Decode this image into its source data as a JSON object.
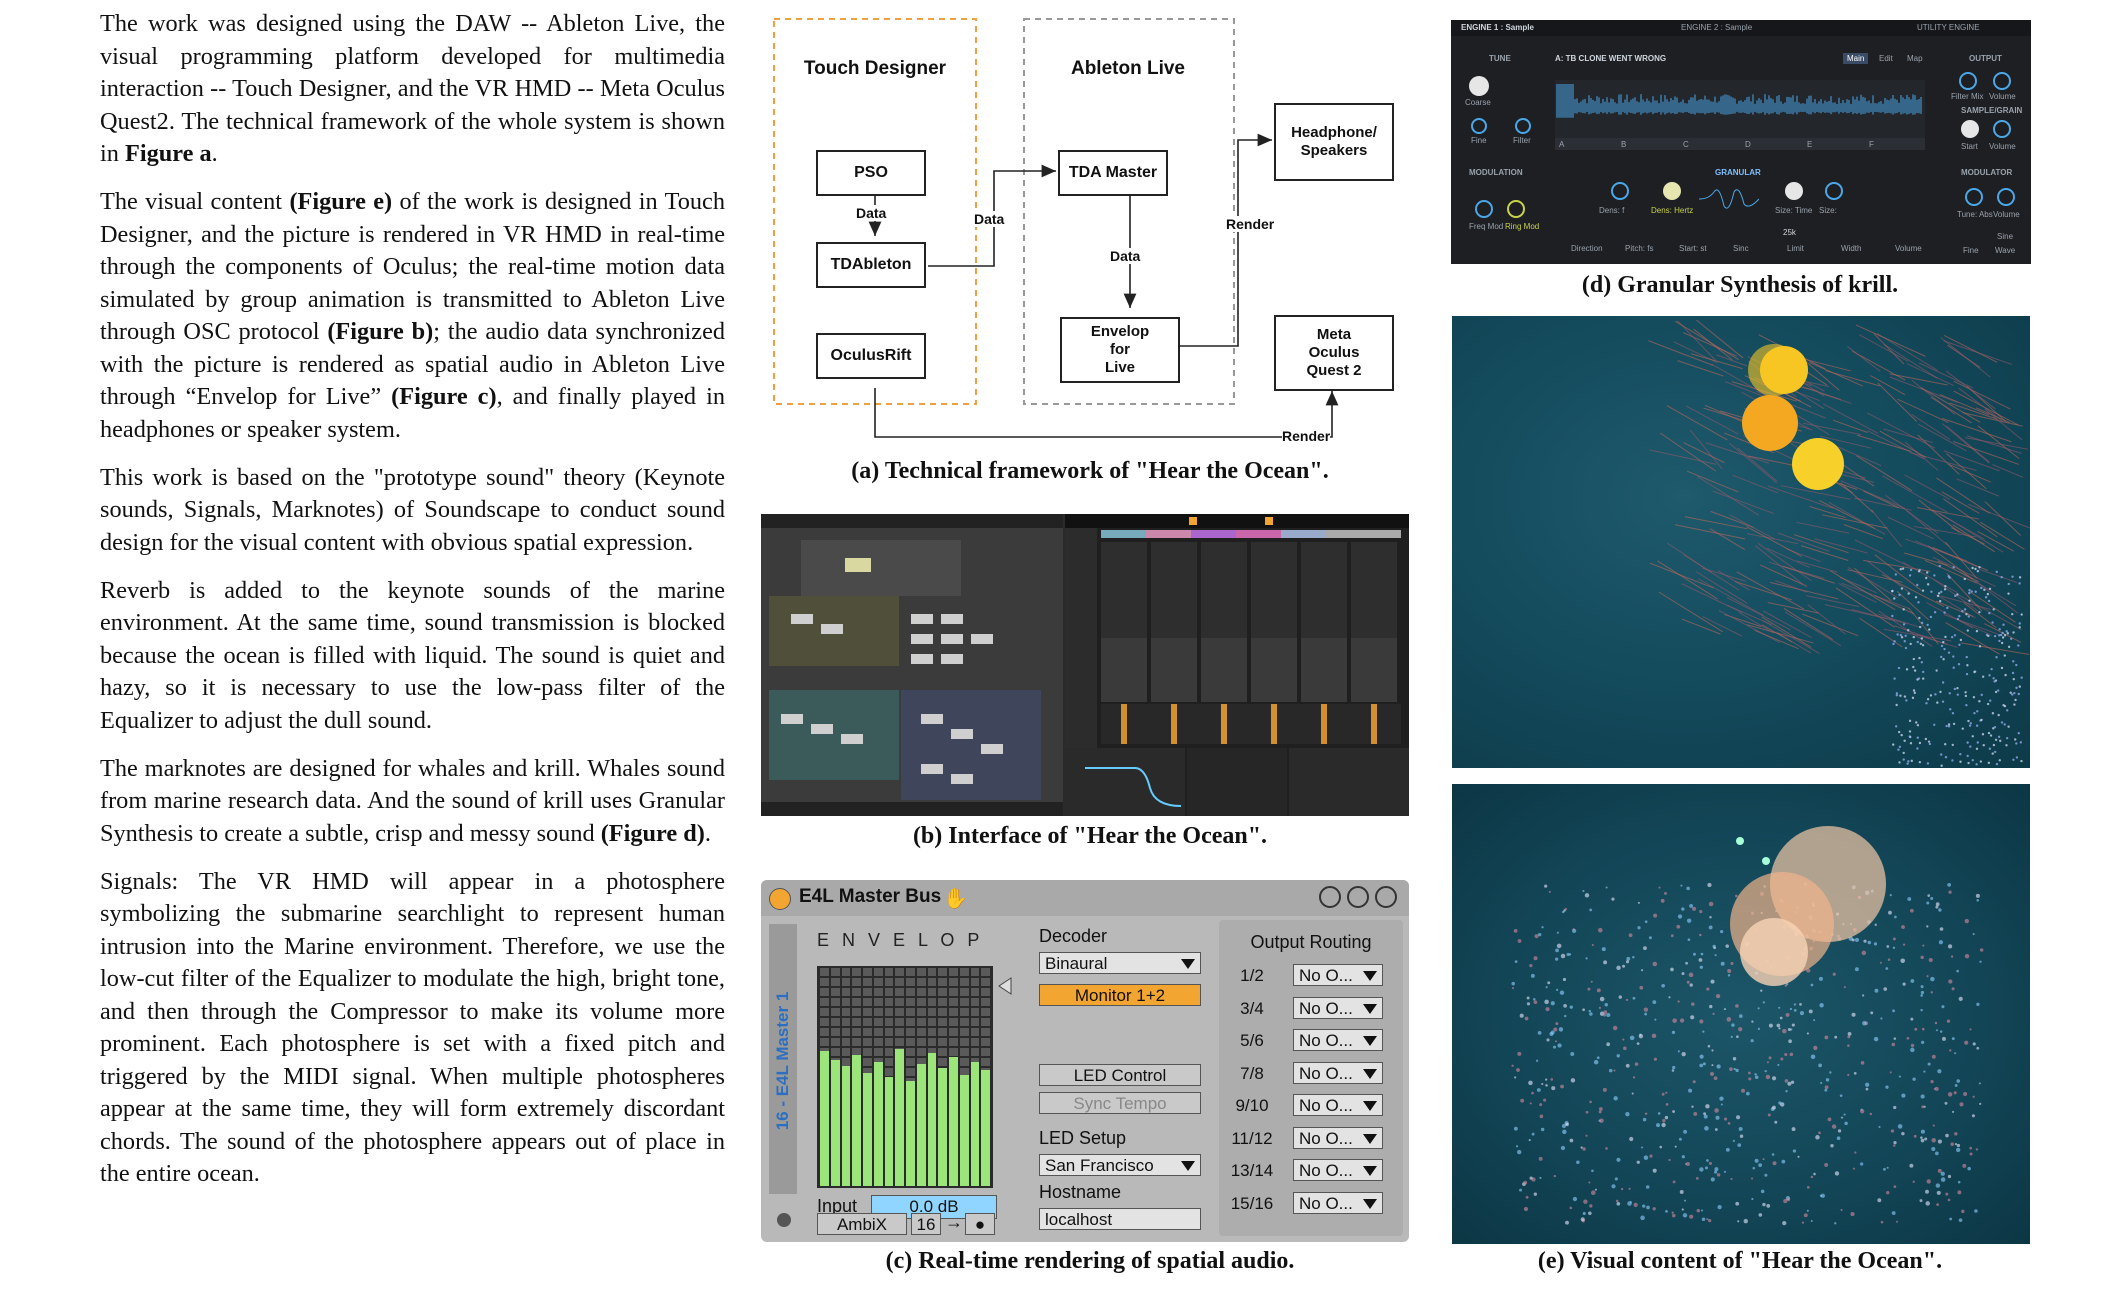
{
  "paragraphs": [
    {
      "segments": [
        {
          "t": "The work was designed using the DAW -- Ableton Live, the visual programming platform developed for multimedia interaction -- Touch Designer, and the VR HMD -- Meta Oculus Quest2. The technical framework of the whole system is shown in ",
          "b": false
        },
        {
          "t": "Figure a",
          "b": true
        },
        {
          "t": ".",
          "b": false
        }
      ]
    },
    {
      "segments": [
        {
          "t": "The visual content ",
          "b": false
        },
        {
          "t": "(Figure e)",
          "b": true
        },
        {
          "t": " of the work is designed in Touch Designer, and the picture is rendered in VR HMD in real-time through the components of Oculus; the real-time motion data simulated by group animation is transmitted to Ableton Live through OSC protocol ",
          "b": false
        },
        {
          "t": "(Figure b)",
          "b": true
        },
        {
          "t": "; the audio data synchronized with the picture is rendered as spatial audio in Ableton Live through “Envelop for Live” ",
          "b": false
        },
        {
          "t": "(Figure c)",
          "b": true
        },
        {
          "t": ", and finally played in headphones or speaker system.",
          "b": false
        }
      ]
    },
    {
      "segments": [
        {
          "t": "This work is based on the \"prototype sound\" theory (Keynote sounds, Signals, Marknotes) of Soundscape to conduct sound design for the visual content with obvious spatial expression.",
          "b": false
        }
      ]
    },
    {
      "segments": [
        {
          "t": "Reverb is added to the keynote sounds of the marine environment. At the same time, sound transmission is blocked because the ocean is filled with liquid. The sound is quiet and hazy, so it is necessary to use the low-pass filter of the Equalizer to adjust the dull sound.",
          "b": false
        }
      ]
    },
    {
      "segments": [
        {
          "t": "The marknotes are designed for whales and krill. Whales sound from marine research data. And the sound of krill uses Granular Synthesis to create a subtle, crisp and messy sound ",
          "b": false
        },
        {
          "t": "(Figure d)",
          "b": true
        },
        {
          "t": ".",
          "b": false
        }
      ]
    },
    {
      "segments": [
        {
          "t": "Signals: The VR HMD will appear in a photosphere symbolizing the submarine searchlight to represent human intrusion into the Marine environment. Therefore, we use the low-cut filter of the Equalizer to modulate the high, bright tone, and then through the Compressor to make its volume more prominent. Each photosphere is set with a fixed pitch and triggered by the MIDI signal. When multiple photospheres appear at the same time, they will form extremely discordant chords. The sound of the photosphere appears out of place in the entire ocean.",
          "b": false
        }
      ]
    }
  ],
  "captions": {
    "a": "(a) Technical framework of \"Hear the Ocean\".",
    "b": "(b) Interface of \"Hear the Ocean\".",
    "c": "(c)  Real-time rendering of spatial audio.",
    "d": "(d) Granular Synthesis of krill.",
    "e": "(e) Visual content of \"Hear the Ocean\"."
  },
  "diagram": {
    "group_touch": "Touch Designer",
    "group_ableton": "Ableton Live",
    "pso": "PSO",
    "tdableton": "TDAbleton",
    "oculusrift": "OculusRift",
    "tda_master": "TDA Master",
    "envelop": "Envelop\nfor\nLive",
    "headphone": "Headphone/\nSpeakers",
    "meta": "Meta\nOculus\nQuest 2",
    "label_data1": "Data",
    "label_data2": "Data",
    "label_data3": "Data",
    "label_render1": "Render",
    "label_render2": "Render",
    "colors": {
      "touch_border": "#f0a040",
      "ableton_border": "#999999"
    }
  },
  "e4l": {
    "title": "E4L Master Bus",
    "side_label": "16 - E4L Master 1",
    "envelop_word": "E N V E L O P",
    "decoder_label": "Decoder",
    "decoder_value": "Binaural",
    "monitor_label": "Monitor 1+2",
    "led_control": "LED Control",
    "sync_tempo": "Sync Tempo",
    "led_setup_label": "LED Setup",
    "led_setup_value": "San Francisco",
    "hostname_label": "Hostname",
    "hostname_value": "localhost",
    "input_label": "Input",
    "input_value": "0.0 dB",
    "ambix": "AmbiX",
    "order": "16",
    "arrow": "→",
    "dot": "●",
    "output_routing": "Output Routing",
    "routes": [
      {
        "ch": "1/2",
        "val": "No O..."
      },
      {
        "ch": "3/4",
        "val": "No O..."
      },
      {
        "ch": "5/6",
        "val": "No O..."
      },
      {
        "ch": "7/8",
        "val": "No O..."
      },
      {
        "ch": "9/10",
        "val": "No O..."
      },
      {
        "ch": "11/12",
        "val": "No O..."
      },
      {
        "ch": "13/14",
        "val": "No O..."
      },
      {
        "ch": "15/16",
        "val": "No O..."
      }
    ],
    "meter_levels": [
      0.62,
      0.58,
      0.55,
      0.6,
      0.52,
      0.57,
      0.5,
      0.63,
      0.48,
      0.56,
      0.61,
      0.54,
      0.59,
      0.51,
      0.57,
      0.53
    ],
    "colors": {
      "accent": "#f2a531",
      "meter": "#9be57a",
      "input_field": "#8fd5ff"
    }
  },
  "granular": {
    "engine1": "ENGINE 1 : Sample",
    "engine2": "ENGINE 2 : Sample",
    "utility": "UTILITY ENGINE",
    "tune": "TUNE",
    "sample_name": "A: TB CLONE WENT WRONG",
    "tab_main": "Main",
    "tab_edit": "Edit",
    "tab_map": "Map",
    "output": "OUTPUT",
    "modulation": "MODULATION",
    "granular": "GRANULAR",
    "modulator": "MODULATOR",
    "sample_grain": "SAMPLE/GRAIN",
    "knobs_top": [
      "Coarse",
      "Fine",
      "Filter"
    ],
    "knobs_out": [
      "Filter Mix",
      "Volume",
      "Start",
      "Volume"
    ],
    "mod_knobs": [
      "Freq Mod",
      "Ring Mod"
    ],
    "gran_labels": [
      "Dens: f",
      "Dens: Hertz",
      "Size: Time",
      "Size:"
    ],
    "gran_bottom": [
      "Direction",
      "Pitch: fs",
      "Start: st",
      "Sinc",
      "Limit",
      "Width",
      "Volume"
    ],
    "modr_labels": [
      "Tune: Abs",
      "Volume",
      "Fine",
      "Sine",
      "Wave"
    ],
    "markers": [
      "A",
      "B",
      "C",
      "D",
      "E",
      "F"
    ],
    "val_25k": "25k"
  },
  "visual": {
    "bg_top": "#134a5c",
    "bg_bottom": "#0f3e4b",
    "sphere": "#f6b321"
  }
}
